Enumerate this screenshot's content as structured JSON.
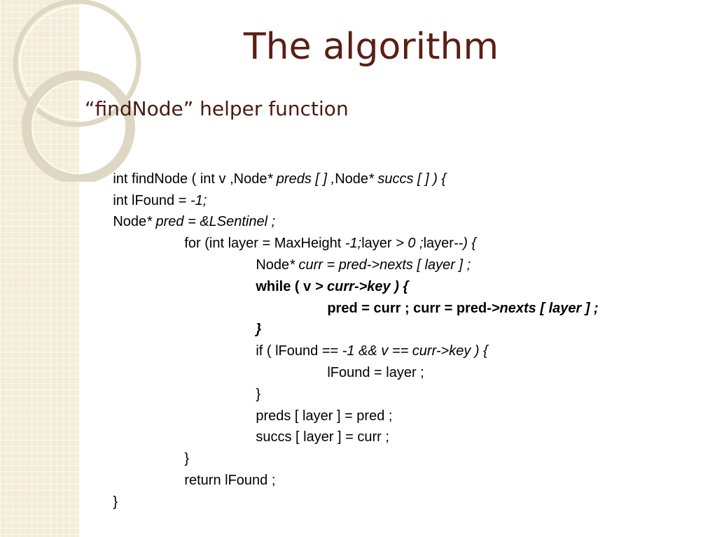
{
  "slide": {
    "title": "The algorithm",
    "subtitle": "“findNode” helper function"
  },
  "code": [
    [
      {
        "t": "int findNode ( int v ,Node"
      },
      {
        "t": "* preds [ ] ,",
        "s": "it"
      },
      {
        "t": "Node"
      },
      {
        "t": "* succs [ ] ) {",
        "s": "it"
      }
    ],
    [
      {
        "t": "int lFound = "
      },
      {
        "t": "-1;",
        "s": "it"
      }
    ],
    [
      {
        "t": "Node"
      },
      {
        "t": "* pred = &LSentinel ;",
        "s": "it"
      }
    ],
    [
      {
        "t": "for (int layer = MaxHeight "
      },
      {
        "t": "-1;",
        "s": "it"
      },
      {
        "t": "layer "
      },
      {
        "t": "> 0 ;",
        "s": "it"
      },
      {
        "t": "layer"
      },
      {
        "t": "--) {",
        "s": "it"
      }
    ],
    [
      {
        "t": "Node"
      },
      {
        "t": "* curr = pred->nexts [ layer ] ;",
        "s": "it"
      }
    ],
    [
      {
        "t": "while ( v ",
        "s": "bd"
      },
      {
        "t": "> curr->key ) {",
        "s": "bd it"
      }
    ],
    [
      {
        "t": "pred = curr ; curr = pred",
        "s": "bd"
      },
      {
        "t": "->nexts [ layer ] ;",
        "s": "bd it"
      }
    ],
    [
      {
        "t": "}",
        "s": "bd it"
      }
    ],
    [
      {
        "t": "if ( lFound == "
      },
      {
        "t": "-1 && v == curr->key ) {",
        "s": "it"
      }
    ],
    [
      {
        "t": "lFound = layer ;"
      }
    ],
    [
      {
        "t": "}"
      }
    ],
    [
      {
        "t": "preds [ layer ] = pred ;"
      }
    ],
    [
      {
        "t": "succs [ layer ] = curr ;"
      }
    ],
    [
      {
        "t": "}"
      }
    ],
    [
      {
        "t": "return lFound ;"
      }
    ],
    [
      {
        "t": "}"
      }
    ]
  ],
  "theme": {
    "title_color": "#5a1f13",
    "strip_color": "#f3ecd8",
    "ring_color": "#ddd7c4"
  }
}
